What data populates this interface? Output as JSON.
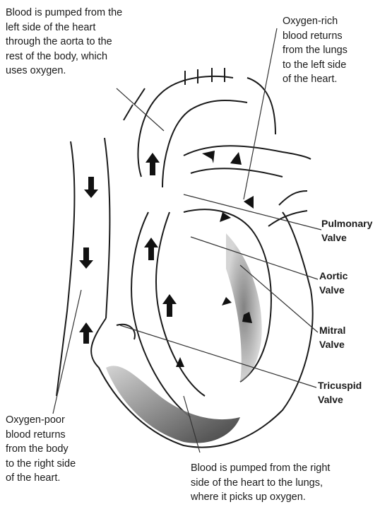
{
  "labels": {
    "aorta_note": "Blood is pumped from the\nleft side of the heart\nthrough the aorta to the\nrest of the body, which\nuses oxygen.",
    "lungs_return_note": "Oxygen-rich\nblood returns\nfrom the lungs\nto the left side\nof the heart.",
    "pulmonary_valve": "Pulmonary\nValve",
    "aortic_valve": "Aortic\nValve",
    "mitral_valve": "Mitral\nValve",
    "tricuspid_valve": "Tricuspid\nValve",
    "body_return_note": "Oxygen-poor\nblood returns\nfrom the body\nto the right side\nof the heart.",
    "lungs_pump_note": "Blood is pumped from the right\nside of the heart to the lungs,\nwhere it picks up oxygen."
  }
}
